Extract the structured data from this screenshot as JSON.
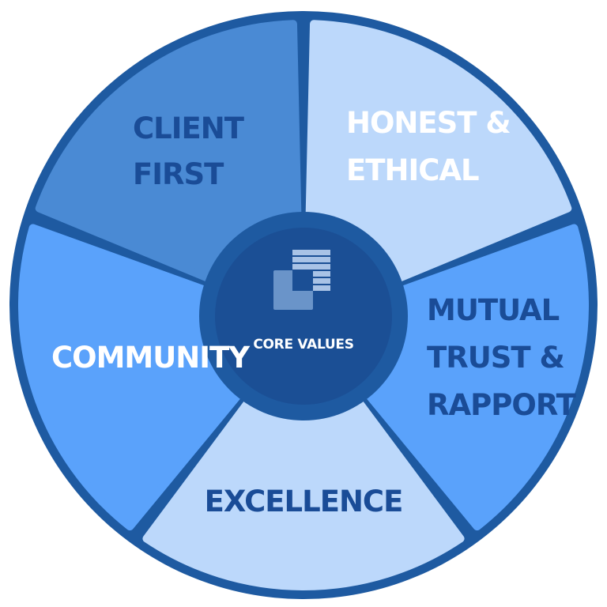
{
  "diagram": {
    "center": {
      "label": "CORE VALUES",
      "icon": "stacked-squares-logo-icon"
    },
    "segments": [
      {
        "id": "client-first",
        "lines": [
          "CLIENT",
          "FIRST"
        ],
        "fill": "#bcd8fb",
        "text_color": "#1a4c97"
      },
      {
        "id": "honest-ethical",
        "lines": [
          "HONEST &",
          "ETHICAL"
        ],
        "fill": "#5aa2fb",
        "text_color": "#ffffff"
      },
      {
        "id": "mutual-trust-rapport",
        "lines": [
          "MUTUAL",
          "TRUST &",
          "RAPPORT"
        ],
        "fill": "#bcd8fb",
        "text_color": "#1a4c97"
      },
      {
        "id": "excellence",
        "lines": [
          "EXCELLENCE"
        ],
        "fill": "#5aa2fb",
        "text_color": "#1a4c97"
      },
      {
        "id": "community",
        "lines": [
          "COMMUNITY"
        ],
        "fill": "#4a8ad4",
        "text_color": "#ffffff"
      }
    ],
    "colors": {
      "ring": "#1e5aa1",
      "hub": "#1b4f95",
      "hub_ring": "#1e5aa1",
      "icon_light": "#6a94c9",
      "icon_stripes": "#a9c3e6"
    }
  }
}
